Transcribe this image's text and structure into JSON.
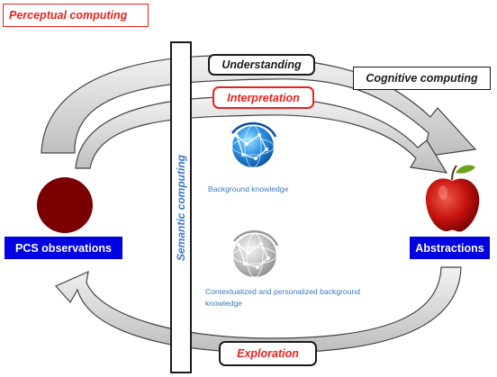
{
  "labels": {
    "perceptual_computing": "Perceptual computing",
    "understanding": "Understanding",
    "interpretation": "Interpretation",
    "cognitive_computing": "Cognitive computing",
    "semantic_computing": "Semantic computing",
    "background_knowledge": "Background knowledge",
    "contextualized_knowledge": "Contextualized and personalized background knowledge",
    "pcs_observations": "PCS observations",
    "abstractions": "Abstractions",
    "exploration": "Exploration"
  },
  "colors": {
    "red_text": "#e8221e",
    "blue_label_bg": "#0000e0",
    "blue_text": "#3a78c2",
    "observation_circle": "#7a0000",
    "arrow_fill": "#d6d6d6",
    "arrow_stroke": "#444444"
  },
  "icons": {
    "observation": "dark-red-circle",
    "abstraction": "red-apple-icon",
    "background_knowledge": "blue-globe-network-icon",
    "contextualized_knowledge": "gray-globe-network-icon"
  }
}
